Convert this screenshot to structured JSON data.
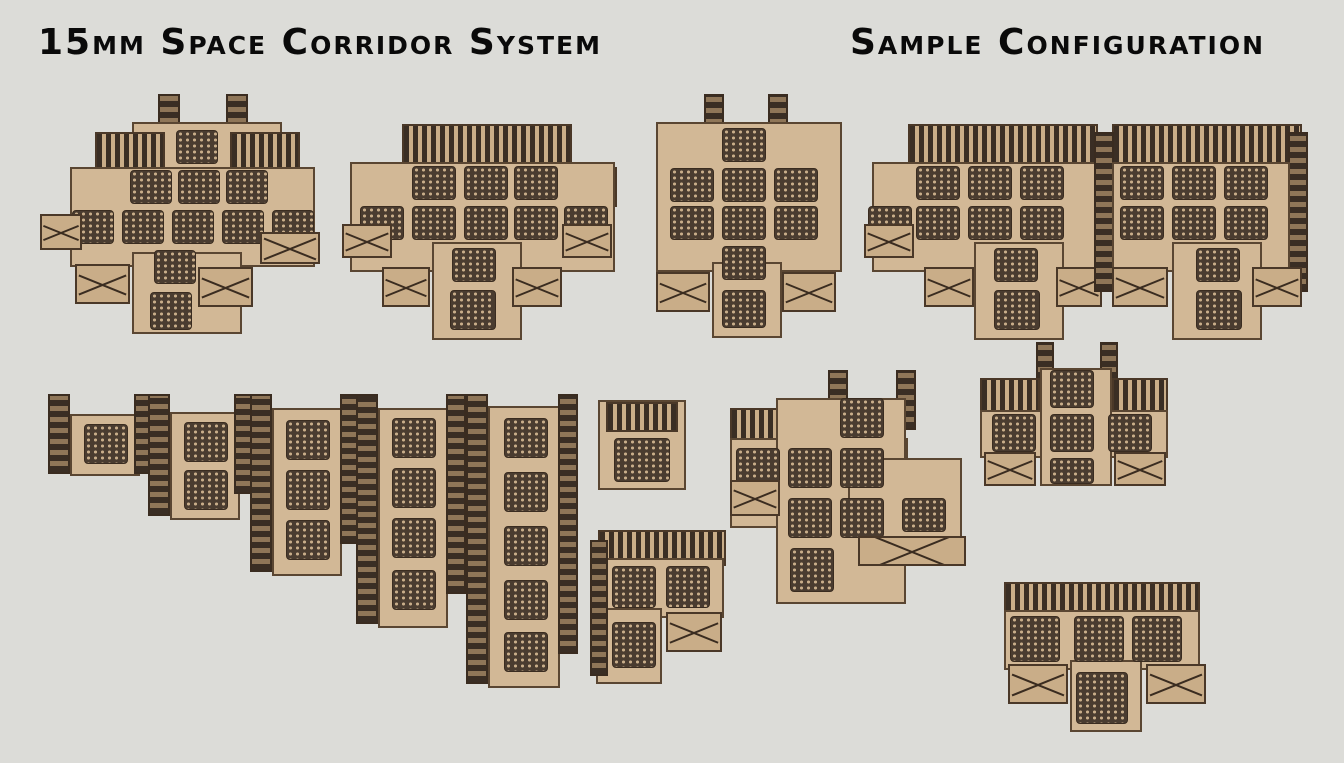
{
  "header": {
    "title_left": "15mm Space Corridor System",
    "title_right": "Sample Configuration"
  },
  "colors": {
    "background": "#dcdcd8",
    "floor": "#d2b896",
    "grate": "#4a3c30",
    "wall": "#c9ad88",
    "outline": "#3a2c20",
    "text": "#0a0a0a"
  },
  "pieces": [
    {
      "name": "cross-junction",
      "row": 1
    },
    {
      "name": "t-junction-wide",
      "row": 1
    },
    {
      "name": "t-junction-enclosed",
      "row": 1
    },
    {
      "name": "t-junction-right",
      "row": 1
    },
    {
      "name": "t-junction-closed",
      "row": 1
    },
    {
      "name": "straight-1",
      "row": 2
    },
    {
      "name": "straight-2",
      "row": 2
    },
    {
      "name": "straight-3",
      "row": 2
    },
    {
      "name": "straight-4",
      "row": 2
    },
    {
      "name": "straight-5",
      "row": 2
    },
    {
      "name": "dead-end",
      "row": 2
    },
    {
      "name": "corner",
      "row": 2
    },
    {
      "name": "corner-large",
      "row": 2
    },
    {
      "name": "cross-small",
      "row": 2
    },
    {
      "name": "t-junction-small",
      "row": 2
    }
  ]
}
